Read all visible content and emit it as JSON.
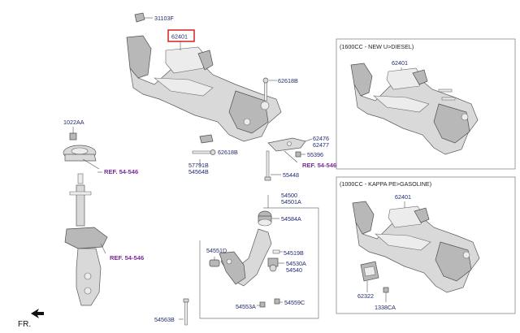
{
  "labels": {
    "l31103f": "31103F",
    "l62401": "62401",
    "l62618b_top": "62618B",
    "l1022aa": "1022AA",
    "l62618b_mid": "62618B",
    "l57791b": "57791B",
    "l54564b": "54564B",
    "l62476": "62476",
    "l62477": "62477",
    "l55396": "55396",
    "l55448": "55448",
    "l54500": "54500",
    "l54501a": "54501A",
    "l54584a": "54584A",
    "l54551d": "54551D",
    "l54519b": "54519B",
    "l54530a": "54530A",
    "l54540": "54540",
    "l54553a": "54553A",
    "l54559c": "54559C",
    "l54563b": "54563B",
    "r1_62401": "62401",
    "r2_62401": "62401",
    "r2_62322": "62322",
    "r2_1338ca": "1338CA"
  },
  "refs": {
    "ref1": "REF. 54-546",
    "ref2": "REF. 54-546",
    "ref3": "REF. 54-546"
  },
  "boxes": {
    "top_title": "(1600CC - NEW U>DIESEL)",
    "bottom_title": "(1000CC - KAPPA PE>GASOLINE)"
  },
  "direction": "FR.",
  "colors": {
    "label_text": "#1f2a6e",
    "ref_text": "#7a2a9a",
    "highlight": "#d42020"
  }
}
